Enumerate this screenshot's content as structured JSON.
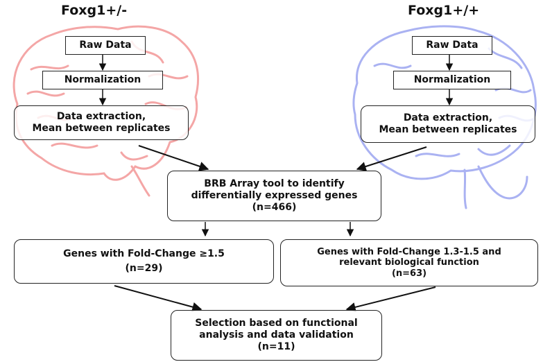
{
  "left_group": {
    "title": "Foxg1+/-",
    "raw_data": "Raw Data",
    "normalization": "Normalization",
    "extraction_line1": "Data extraction,",
    "extraction_line2": "Mean between replicates",
    "brain_color": "#f4a6a6"
  },
  "right_group": {
    "title": "Foxg1+/+",
    "raw_data": "Raw Data",
    "normalization": "Normalization",
    "extraction_line1": "Data extraction,",
    "extraction_line2": "Mean between replicates",
    "brain_color": "#aab2f2"
  },
  "brb_box": {
    "line1": "BRB Array tool to identify",
    "line2": "differentially expressed genes",
    "count": "(n=466)"
  },
  "fold_high_box": {
    "line1": "Genes with Fold-Change ≥1.5",
    "count": "(n=29)"
  },
  "fold_mid_box": {
    "line1": "Genes with Fold-Change 1.3-1.5 and",
    "line2": "relevant biological function",
    "count": "(n=63)"
  },
  "selection_box": {
    "line1": "Selection based on functional",
    "line2": "analysis and data validation",
    "count": "(n=11)"
  },
  "colors": {
    "line": "#111111",
    "left_brain": "#f4a6a6",
    "right_brain": "#aab2f2"
  }
}
